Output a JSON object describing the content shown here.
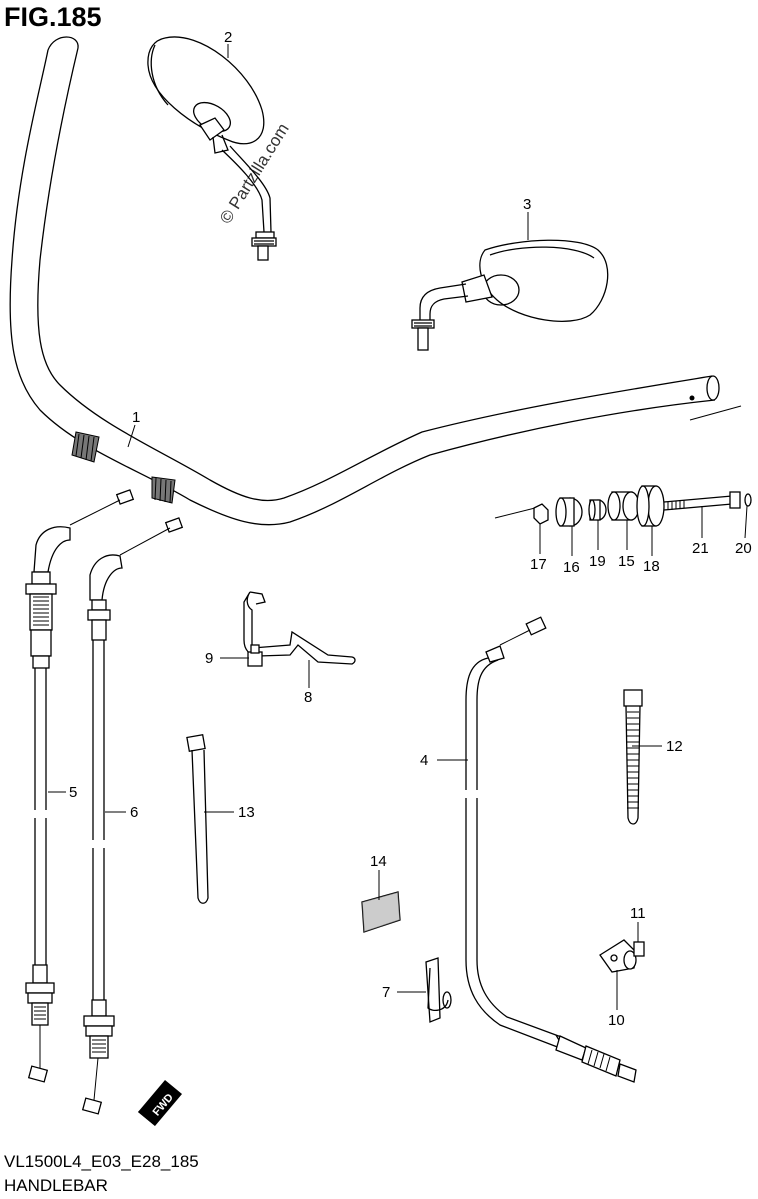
{
  "figure": {
    "title": "FIG.185",
    "code": "VL1500L4_E03_E28_185",
    "section": "HANDLEBAR",
    "watermark": "© Partzilla.com",
    "direction_badge": "FWD"
  },
  "callouts": [
    {
      "id": "1",
      "part": "handlebar"
    },
    {
      "id": "2",
      "part": "mirror-right"
    },
    {
      "id": "3",
      "part": "mirror-left"
    },
    {
      "id": "4",
      "part": "clutch-cable"
    },
    {
      "id": "5",
      "part": "throttle-cable-1"
    },
    {
      "id": "6",
      "part": "throttle-cable-2"
    },
    {
      "id": "7",
      "part": "cable-clamp"
    },
    {
      "id": "8",
      "part": "guide-bracket"
    },
    {
      "id": "9",
      "part": "bolt"
    },
    {
      "id": "10",
      "part": "clamp"
    },
    {
      "id": "11",
      "part": "screw"
    },
    {
      "id": "12",
      "part": "cable-tie"
    },
    {
      "id": "13",
      "part": "cable-tie-long"
    },
    {
      "id": "14",
      "part": "label"
    },
    {
      "id": "15",
      "part": "cushion"
    },
    {
      "id": "16",
      "part": "cushion"
    },
    {
      "id": "17",
      "part": "nut"
    },
    {
      "id": "18",
      "part": "washer"
    },
    {
      "id": "19",
      "part": "spacer"
    },
    {
      "id": "20",
      "part": "washer"
    },
    {
      "id": "21",
      "part": "bolt"
    }
  ],
  "colors": {
    "line": "#000000",
    "background": "#ffffff"
  }
}
